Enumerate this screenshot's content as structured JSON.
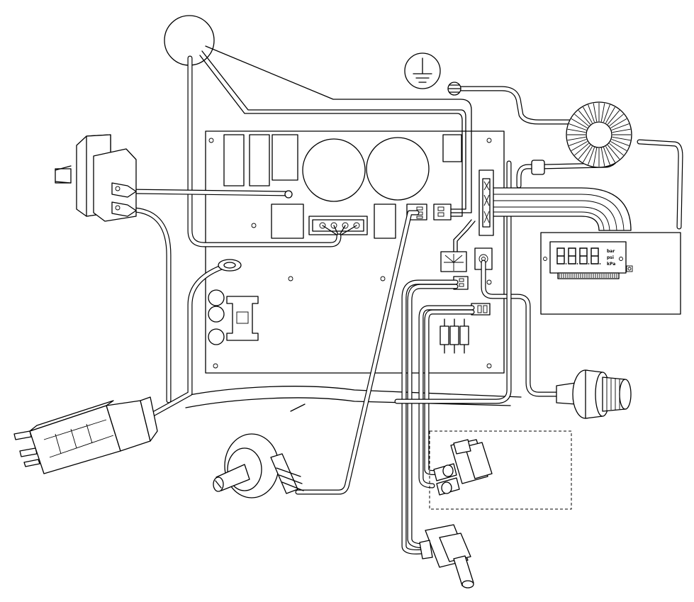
{
  "diagram": {
    "display_units": [
      "bar",
      "psi",
      "kPa"
    ],
    "components": [
      "control-board",
      "rocker-power-switch",
      "power-plug",
      "potentiometer",
      "toggle-switch",
      "rocker-switch-option",
      "pressure-sensor",
      "toroid-transformer",
      "ground-symbol",
      "lcd-display-module",
      "ribbon-cable",
      "grommet",
      "ferrite-bead",
      "fan-motor"
    ]
  }
}
